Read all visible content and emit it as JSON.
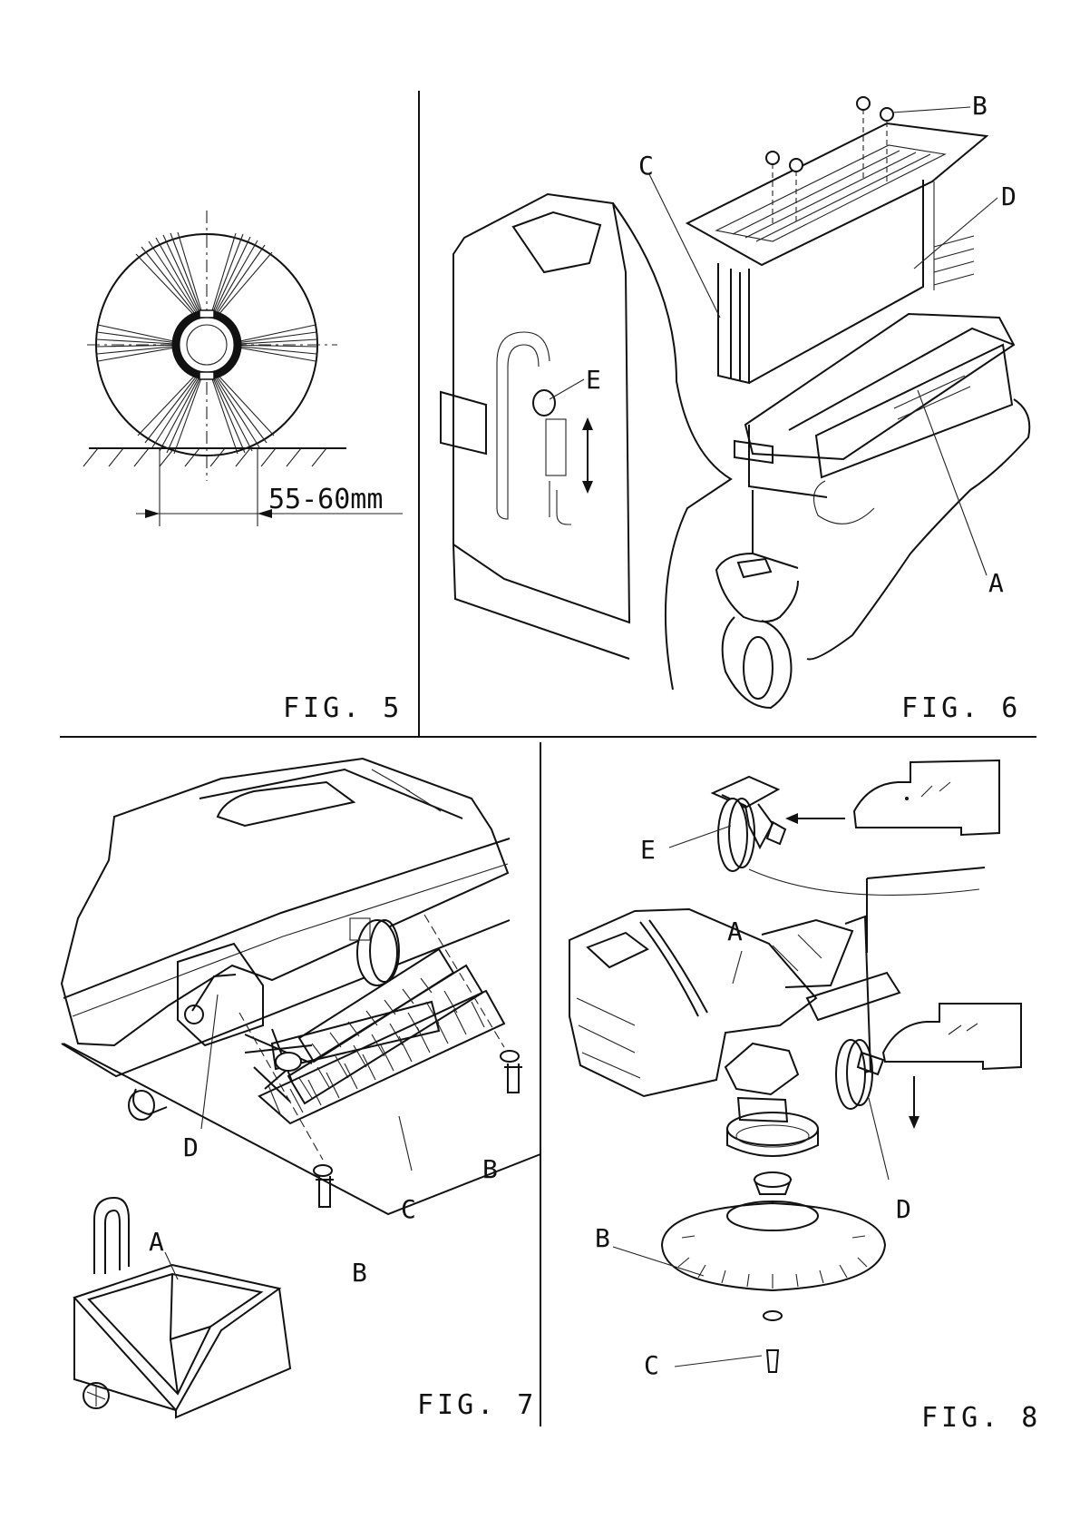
{
  "figures": {
    "fig5": {
      "caption": "FIG. 5",
      "dimension": "55-60mm"
    },
    "fig6": {
      "caption": "FIG. 6",
      "labels": [
        "A",
        "B",
        "C",
        "D",
        "E"
      ]
    },
    "fig7": {
      "caption": "FIG. 7",
      "labels": [
        "A",
        "B",
        "B",
        "C",
        "D"
      ]
    },
    "fig8": {
      "caption": "FIG. 8",
      "labels": [
        "A",
        "B",
        "C",
        "D",
        "E"
      ]
    }
  }
}
